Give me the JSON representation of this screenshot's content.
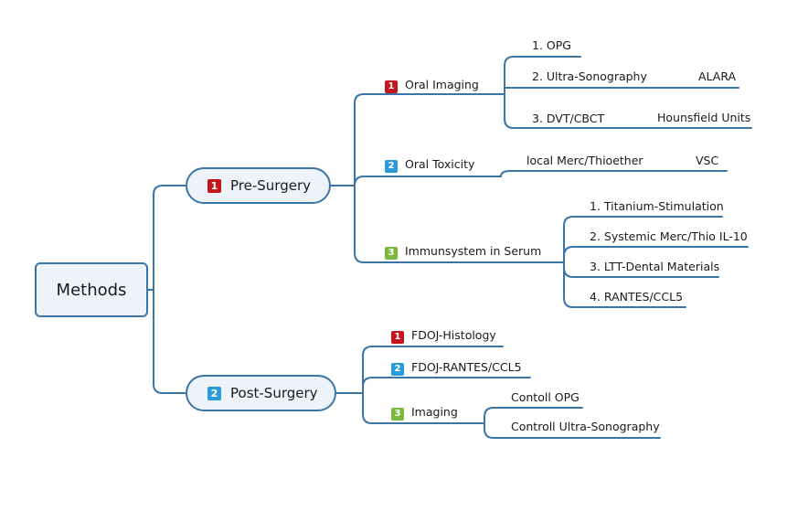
{
  "root": "Methods",
  "branches": [
    {
      "num": "1",
      "label": "Pre-Surgery",
      "children": [
        {
          "num": "1",
          "label": "Oral Imaging",
          "children": [
            {
              "label": "1. OPG"
            },
            {
              "label": "2. Ultra-Sonography",
              "note": "ALARA"
            },
            {
              "label": "3. DVT/CBCT",
              "note": "Hounsfield Units"
            }
          ]
        },
        {
          "num": "2",
          "label": "Oral Toxicity",
          "children": [
            {
              "label": "local Merc/Thioether",
              "note": "VSC"
            }
          ]
        },
        {
          "num": "3",
          "label": "Immunsystem in Serum",
          "children": [
            {
              "label": "1. Titanium-Stimulation"
            },
            {
              "label": "2. Systemic Merc/Thio IL-10"
            },
            {
              "label": "3. LTT-Dental Materials"
            },
            {
              "label": "4. RANTES/CCL5"
            }
          ]
        }
      ]
    },
    {
      "num": "2",
      "label": "Post-Surgery",
      "children": [
        {
          "num": "1",
          "label": "FDOJ-Histology"
        },
        {
          "num": "2",
          "label": "FDOJ-RANTES/CCL5"
        },
        {
          "num": "3",
          "label": "Imaging",
          "children": [
            {
              "label": "Contoll OPG"
            },
            {
              "label": "Controll Ultra-Sonography"
            }
          ]
        }
      ]
    }
  ],
  "colors": {
    "line": "#3a75a8",
    "node_fill": "#eef3f9",
    "badge_1": "#c4161c",
    "badge_2": "#2a9ad9",
    "badge_3": "#7ab93d"
  }
}
